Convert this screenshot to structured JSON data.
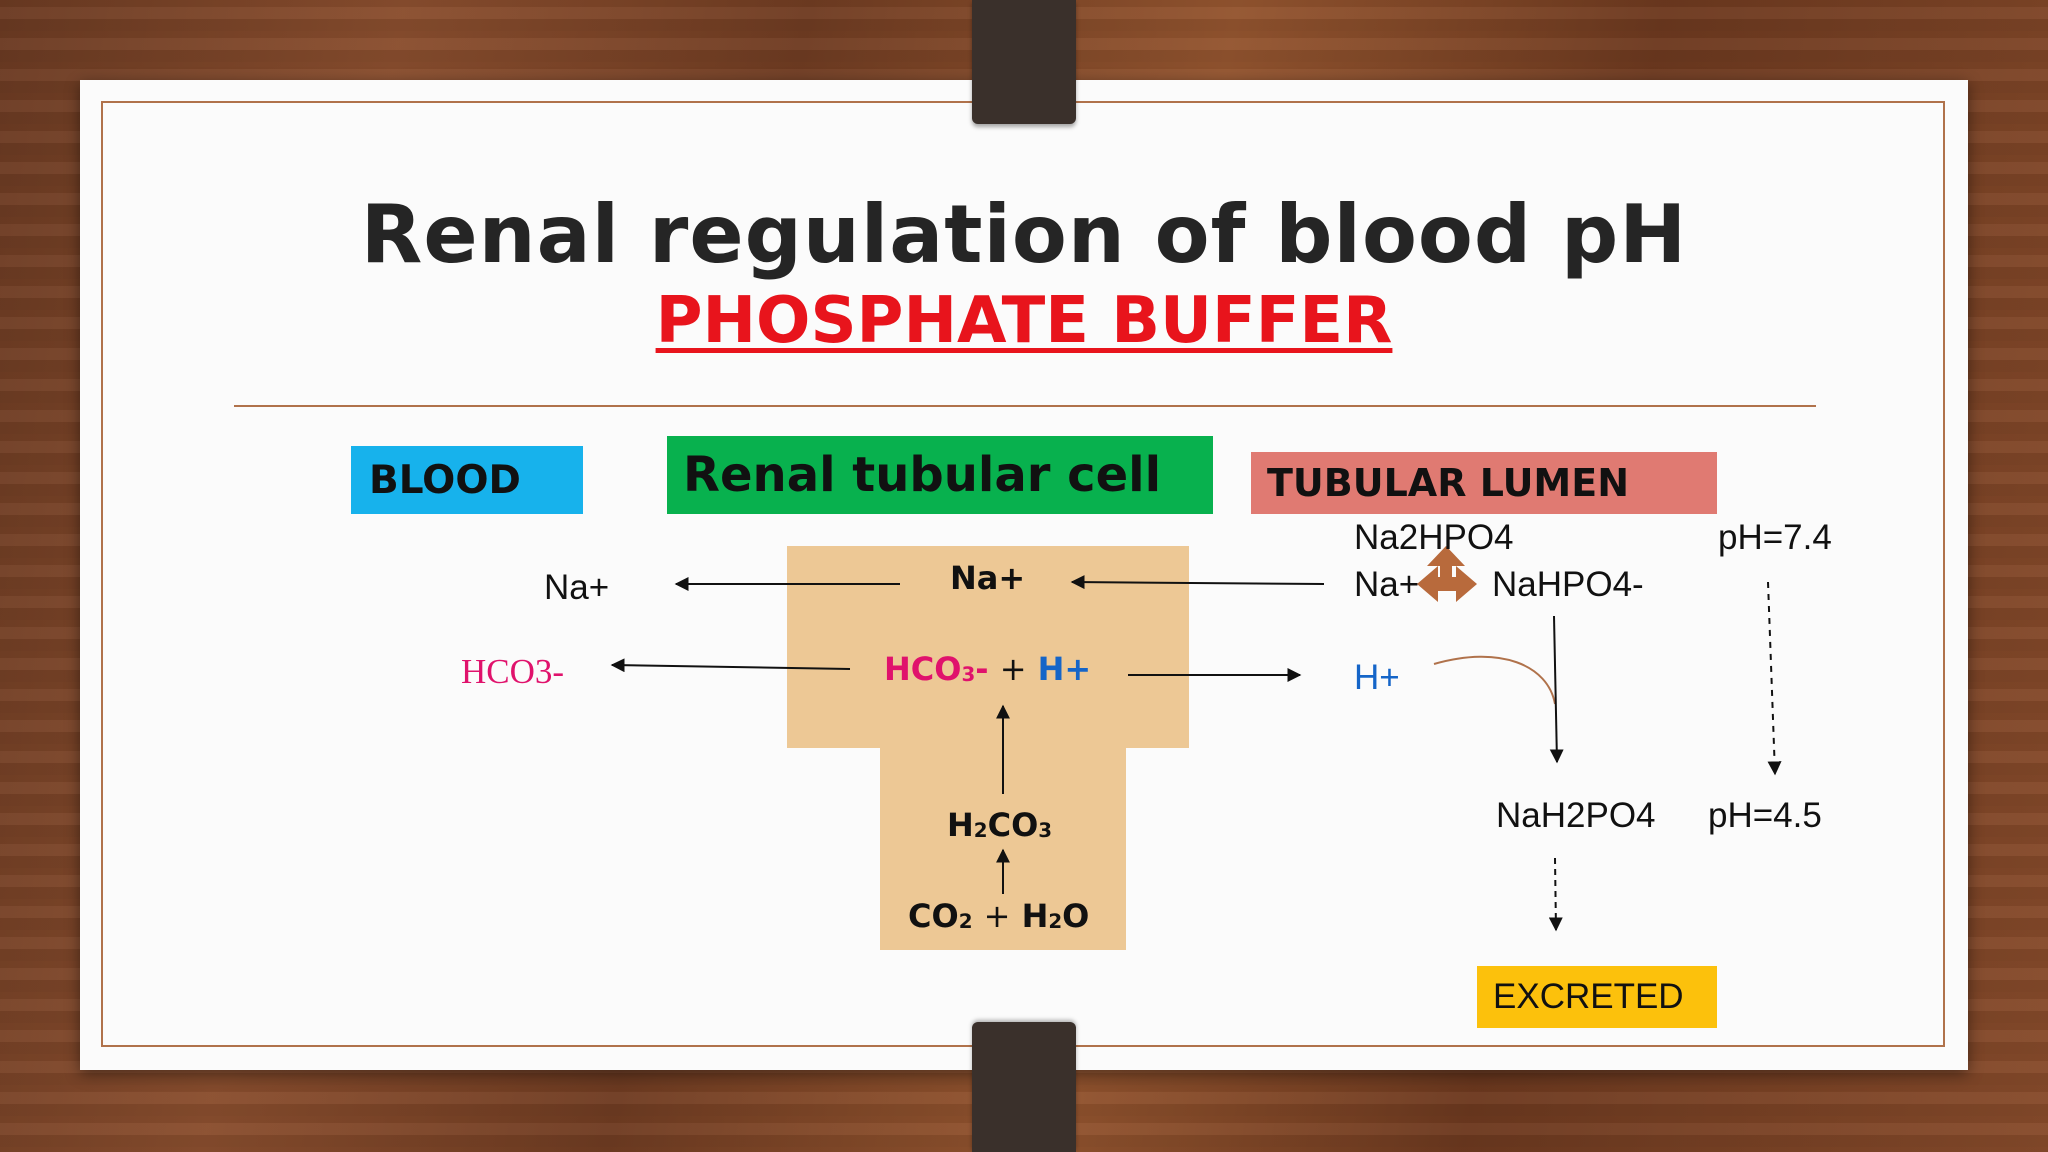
{
  "title": "Renal regulation of blood pH",
  "subtitle": "PHOSPHATE BUFFER",
  "regions": {
    "blood": "BLOOD",
    "cell": "Renal tubular cell",
    "lumen": "TUBULAR LUMEN"
  },
  "blood_side": {
    "na": "Na+",
    "hco3": "HCO3-"
  },
  "cell": {
    "na": "Na+",
    "hco3_main": "HCO",
    "hco3_sub": "3",
    "hco3_charge": "-",
    "plus": "+",
    "h": "H+",
    "h2co3_a": "H",
    "h2co3_sub1": "2",
    "h2co3_b": "CO",
    "h2co3_sub2": "3",
    "co2_a": "CO",
    "co2_sub": "2",
    "water_a": "H",
    "water_sub": "2",
    "water_b": "O"
  },
  "lumen": {
    "na2hpo4": "Na2HPO4",
    "na": "Na+",
    "nahpo4": "NaHPO4-",
    "h": "H+",
    "nah2po4": "NaH2PO4",
    "ph_initial": "pH=7.4",
    "ph_final": "pH=4.5",
    "excreted": "EXCRETED"
  },
  "colors": {
    "blood": "#17b2ec",
    "cell_label": "#08b14e",
    "lumen": "#e07a72",
    "cell_fill": "#edc895",
    "excreted": "#fcc10c",
    "title": "#252525",
    "subtitle": "#e8141c",
    "bicarbonate": "#e0126c",
    "proton": "#1565c8",
    "dissociation_arrow": "#b86a3c"
  }
}
